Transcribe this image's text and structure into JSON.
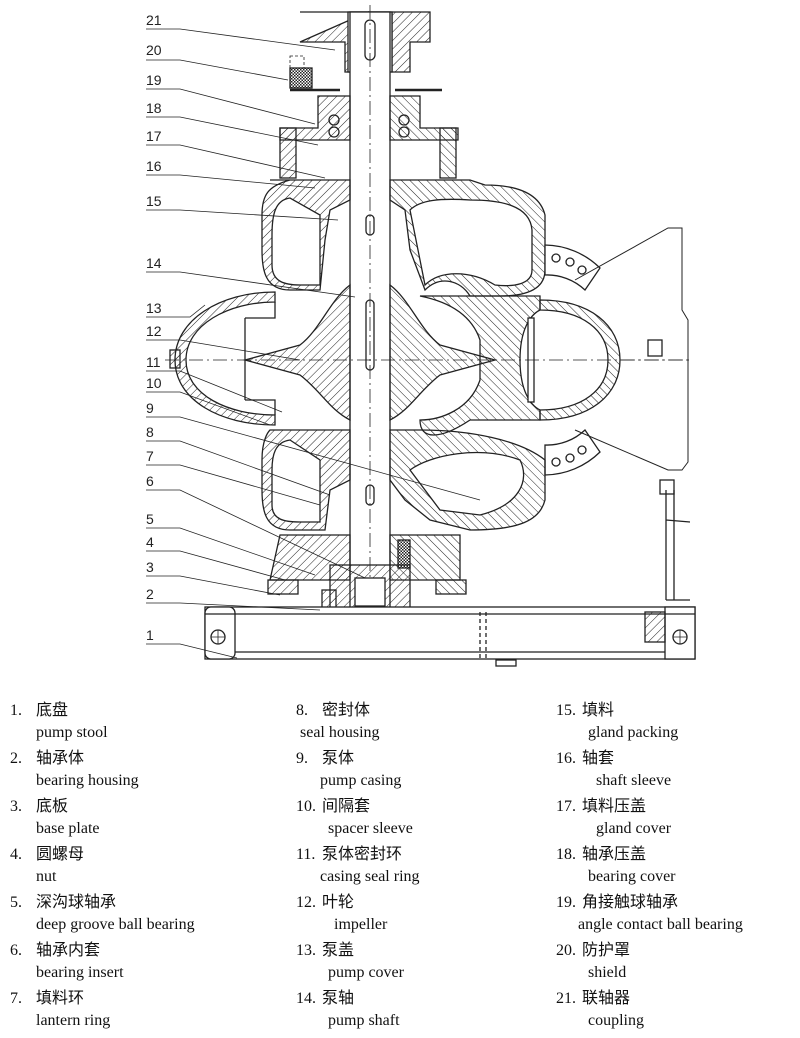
{
  "figure": {
    "type": "cross-section assembly drawing",
    "subject": "vertical double-suction split-case pump",
    "callout_numbers": [
      "21",
      "20",
      "19",
      "18",
      "17",
      "16",
      "15",
      "14",
      "13",
      "12",
      "11",
      "10",
      "9",
      "8",
      "7",
      "6",
      "5",
      "4",
      "3",
      "2",
      "1"
    ]
  },
  "legend": {
    "columns": [
      [
        {
          "num": "1.",
          "zh": "底盘",
          "en": "pump stool"
        },
        {
          "num": "2.",
          "zh": "轴承体",
          "en": "bearing housing"
        },
        {
          "num": "3.",
          "zh": "底板",
          "en": "base plate"
        },
        {
          "num": "4.",
          "zh": "圆螺母",
          "en": "nut"
        },
        {
          "num": "5.",
          "zh": "深沟球轴承",
          "en": "deep groove ball bearing"
        },
        {
          "num": "6.",
          "zh": "轴承内套",
          "en": "bearing insert"
        },
        {
          "num": "7.",
          "zh": "填料环",
          "en": "lantern ring"
        }
      ],
      [
        {
          "num": "8.",
          "zh": "密封体",
          "en": "seal housing"
        },
        {
          "num": "9.",
          "zh": "泵体",
          "en": "pump casing"
        },
        {
          "num": "10.",
          "zh": "间隔套",
          "en": "spacer sleeve"
        },
        {
          "num": "11.",
          "zh": "泵体密封环",
          "en": "casing seal ring"
        },
        {
          "num": "12.",
          "zh": "叶轮",
          "en": "impeller"
        },
        {
          "num": "13.",
          "zh": "泵盖",
          "en": "pump cover"
        },
        {
          "num": "14.",
          "zh": "泵轴",
          "en": "pump shaft"
        }
      ],
      [
        {
          "num": "15.",
          "zh": "填料",
          "en": "gland packing"
        },
        {
          "num": "16.",
          "zh": "轴套",
          "en": "shaft sleeve"
        },
        {
          "num": "17.",
          "zh": "填料压盖",
          "en": "gland cover"
        },
        {
          "num": "18.",
          "zh": "轴承压盖",
          "en": "bearing cover"
        },
        {
          "num": "19.",
          "zh": "角接触球轴承",
          "en": "angle contact ball bearing"
        },
        {
          "num": "20.",
          "zh": "防护罩",
          "en": "shield"
        },
        {
          "num": "21.",
          "zh": "联轴器",
          "en": "coupling"
        }
      ]
    ]
  }
}
